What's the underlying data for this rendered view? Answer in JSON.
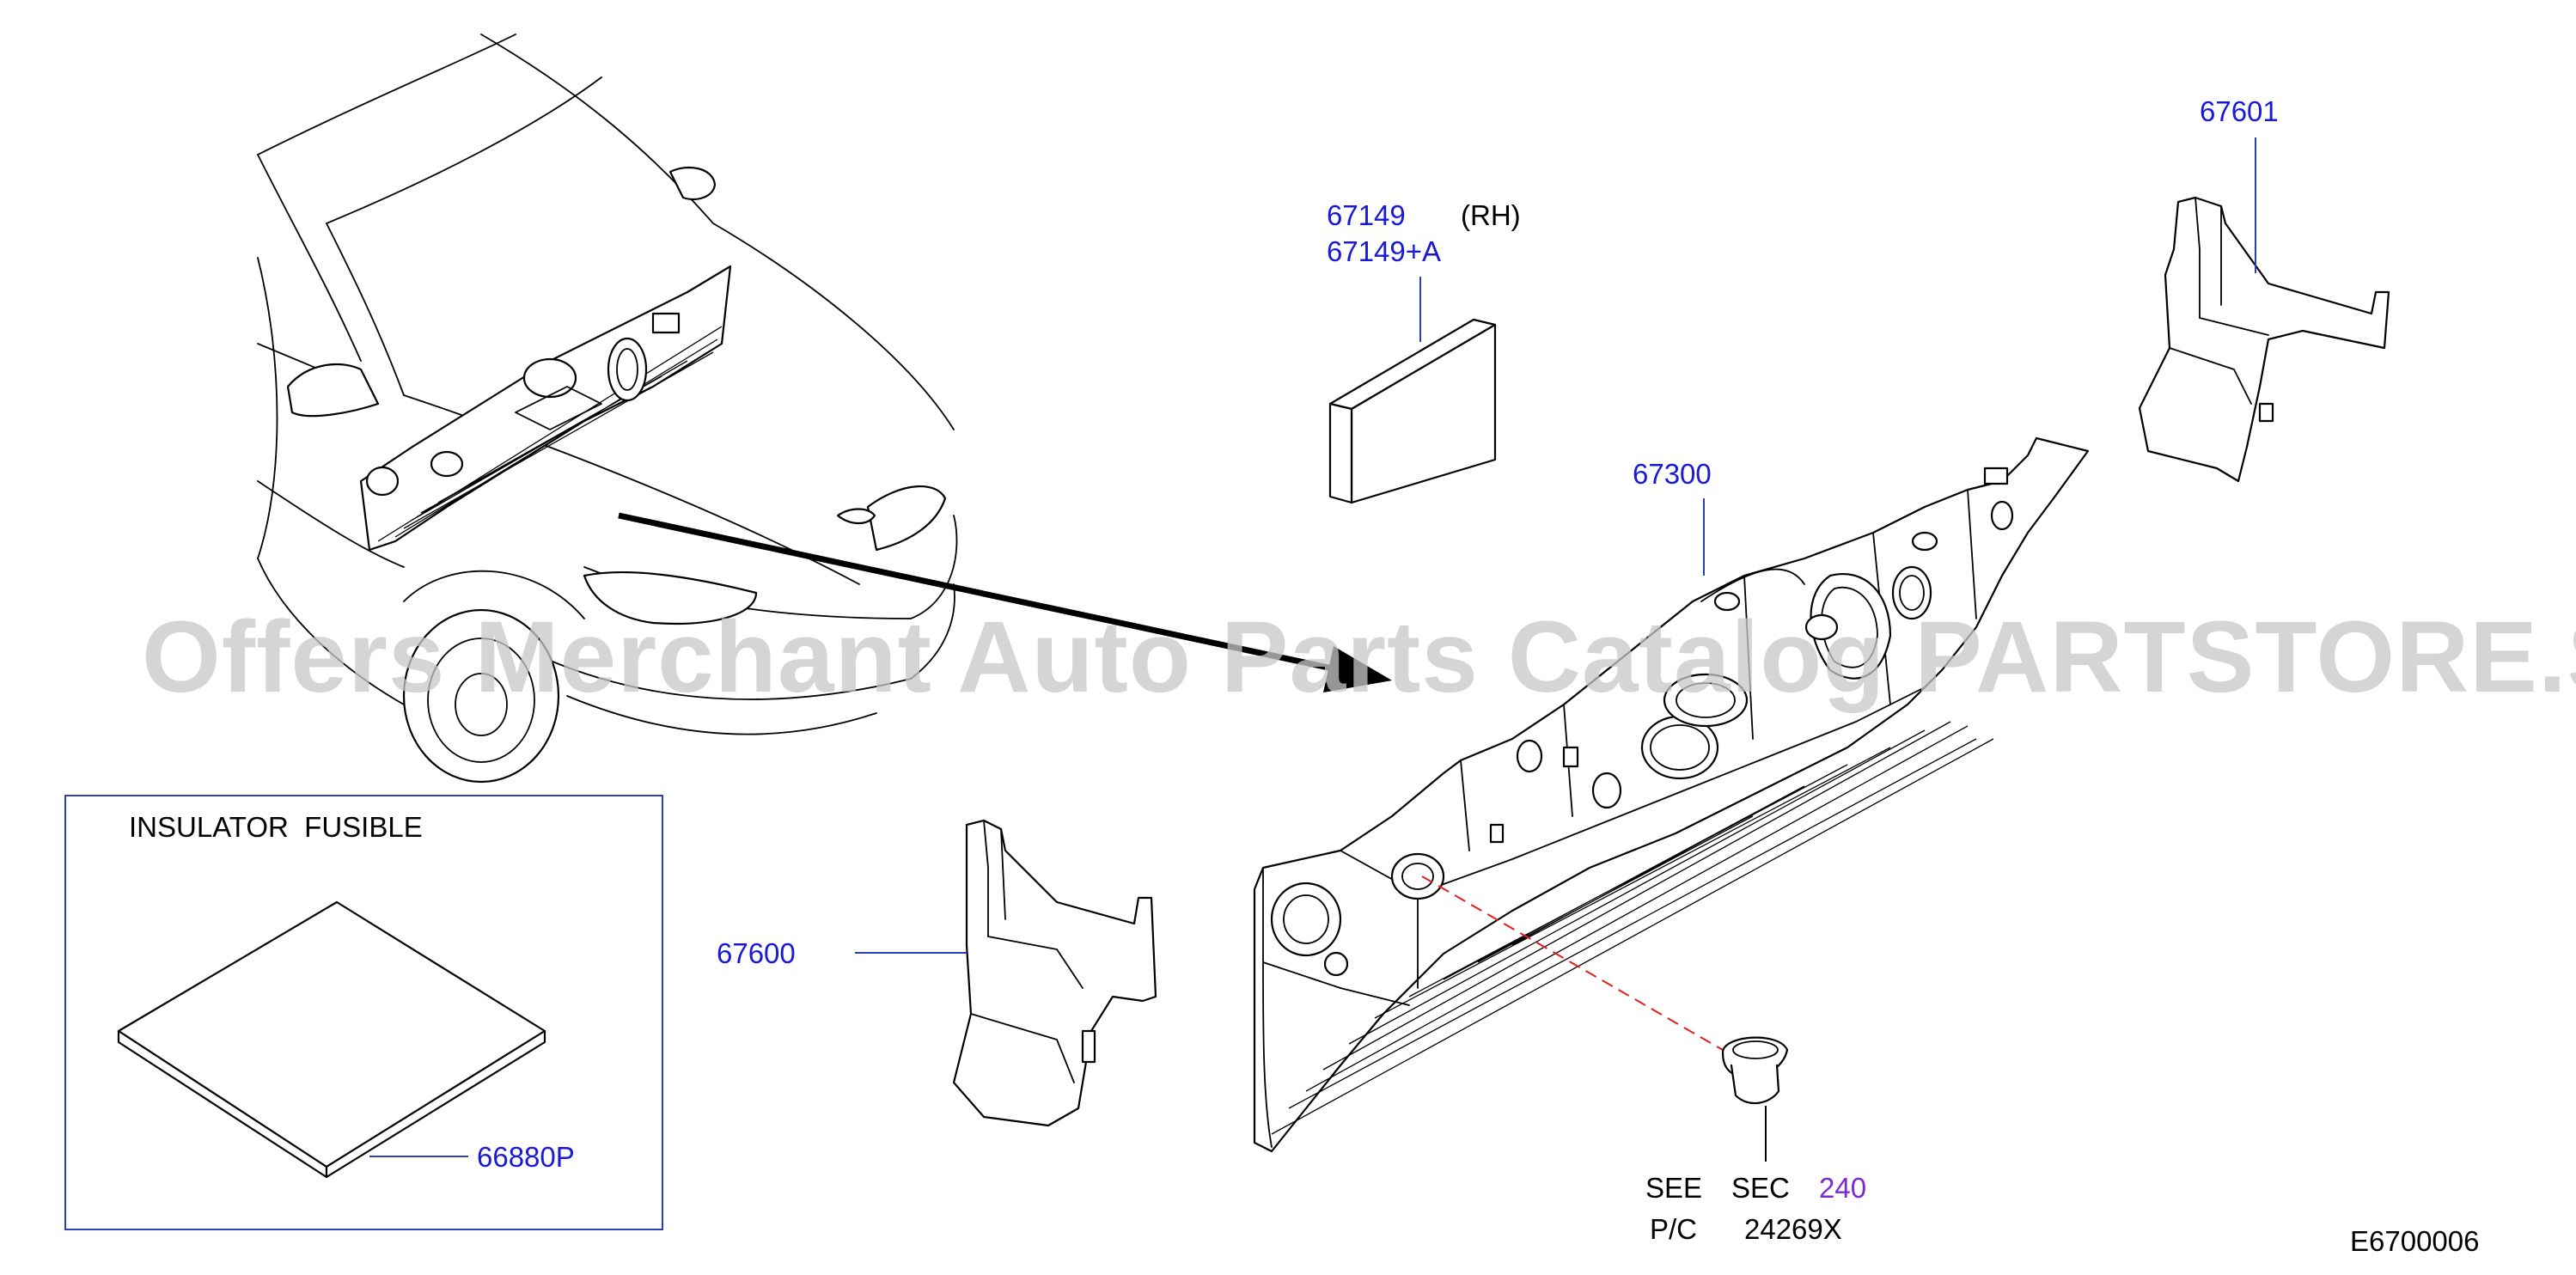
{
  "watermark": "Offers Merchant Auto Parts Catalog PARTSTORE.SA",
  "diagram_id": "E6700006",
  "inset": {
    "title": "INSULATOR  FUSIBLE",
    "part_label": "66880P",
    "border_color": "#2a3fb8"
  },
  "callouts": {
    "p67149": "67149",
    "p67149_side": "(RH)",
    "p67149_a": "67149+A",
    "p67601": "67601",
    "p67300": "67300",
    "p67600": "67600"
  },
  "reference": {
    "see": "SEE",
    "sec": "SEC",
    "sec_number": "240",
    "pc_label": "P/C",
    "pc_number": "24269X"
  },
  "colors": {
    "part_number": "#1a1ad6",
    "section_ref": "#7a2ad6",
    "leader": "#2a3fb8",
    "dashed_leader": "#e02020"
  }
}
